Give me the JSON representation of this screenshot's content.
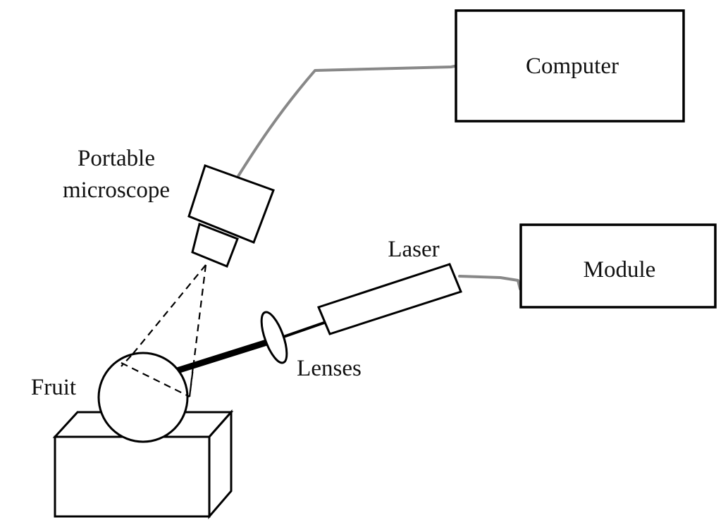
{
  "labels": {
    "computer": "Computer",
    "module": "Module",
    "portable_line1": "Portable",
    "portable_line2": "microscope",
    "laser": "Laser",
    "lenses": "Lenses",
    "fruit": "Fruit"
  },
  "colors": {
    "stroke": "#000000",
    "cable": "#888888",
    "background": "#ffffff"
  }
}
